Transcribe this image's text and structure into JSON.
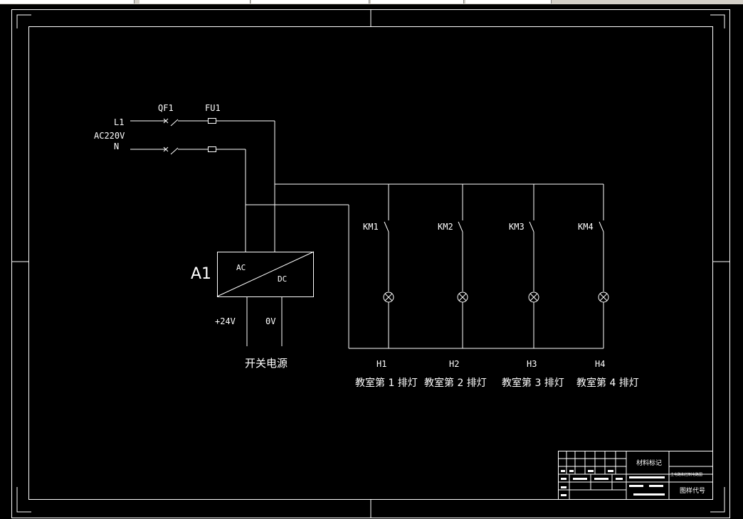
{
  "colors": {
    "background": "#000000",
    "lines": "#ffffff",
    "toolbar": "#d4d0c8"
  },
  "supply": {
    "l1": "L1",
    "voltage": "AC220V",
    "n": "N",
    "breaker": "QF1",
    "fuse": "FU1"
  },
  "power_unit": {
    "id": "A1",
    "ac": "AC",
    "dc": "DC",
    "plus": "+24V",
    "zero": "0V",
    "caption": "开关电源"
  },
  "branches": [
    {
      "contact": "KM1",
      "lamp": "H1",
      "caption": "教室第 1 排灯"
    },
    {
      "contact": "KM2",
      "lamp": "H2",
      "caption": "教室第 2 排灯"
    },
    {
      "contact": "KM3",
      "lamp": "H3",
      "caption": "教室第 3 排灯"
    },
    {
      "contact": "KM4",
      "lamp": "H4",
      "caption": "教室第 4 排灯"
    }
  ],
  "title_block": {
    "material": "材料标记",
    "drawing_no": "图样代号",
    "drawing_name": "主电路和控制电路图"
  }
}
